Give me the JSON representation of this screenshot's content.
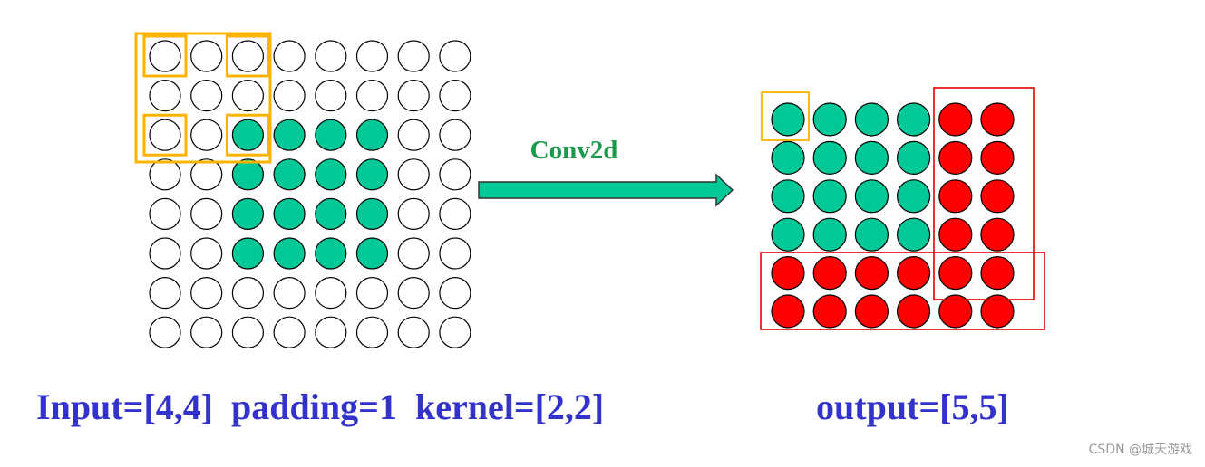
{
  "operation_label": "Conv2d",
  "input_caption": "Input=[4,4]  padding=1  kernel=[2,2]",
  "output_caption": "output=[5,5]",
  "watermark": "CSDN @城天游戏",
  "colors": {
    "empty_fill": "#ffffff",
    "input_fill": "#00c896",
    "output_fill": "#00c896",
    "highlight_fill": "#ff0000",
    "kernel_box": "#ffb300",
    "output_box": "#e00000",
    "caption_text": "#3333cc",
    "label_text": "#1a9a4a",
    "arrow": "#00c896"
  },
  "input_grid": {
    "rows": 8,
    "cols": 8,
    "filled_row_range": [
      2,
      5
    ],
    "filled_col_range": [
      2,
      5
    ],
    "kernel_highlight_cells": [
      [
        0,
        0
      ],
      [
        0,
        2
      ],
      [
        2,
        0
      ],
      [
        2,
        2
      ]
    ]
  },
  "output_grid": {
    "rows": 6,
    "cols": 6,
    "red_rows": [
      4,
      5
    ],
    "red_cols": [
      4,
      5
    ],
    "highlight_cell": [
      0,
      0
    ]
  }
}
